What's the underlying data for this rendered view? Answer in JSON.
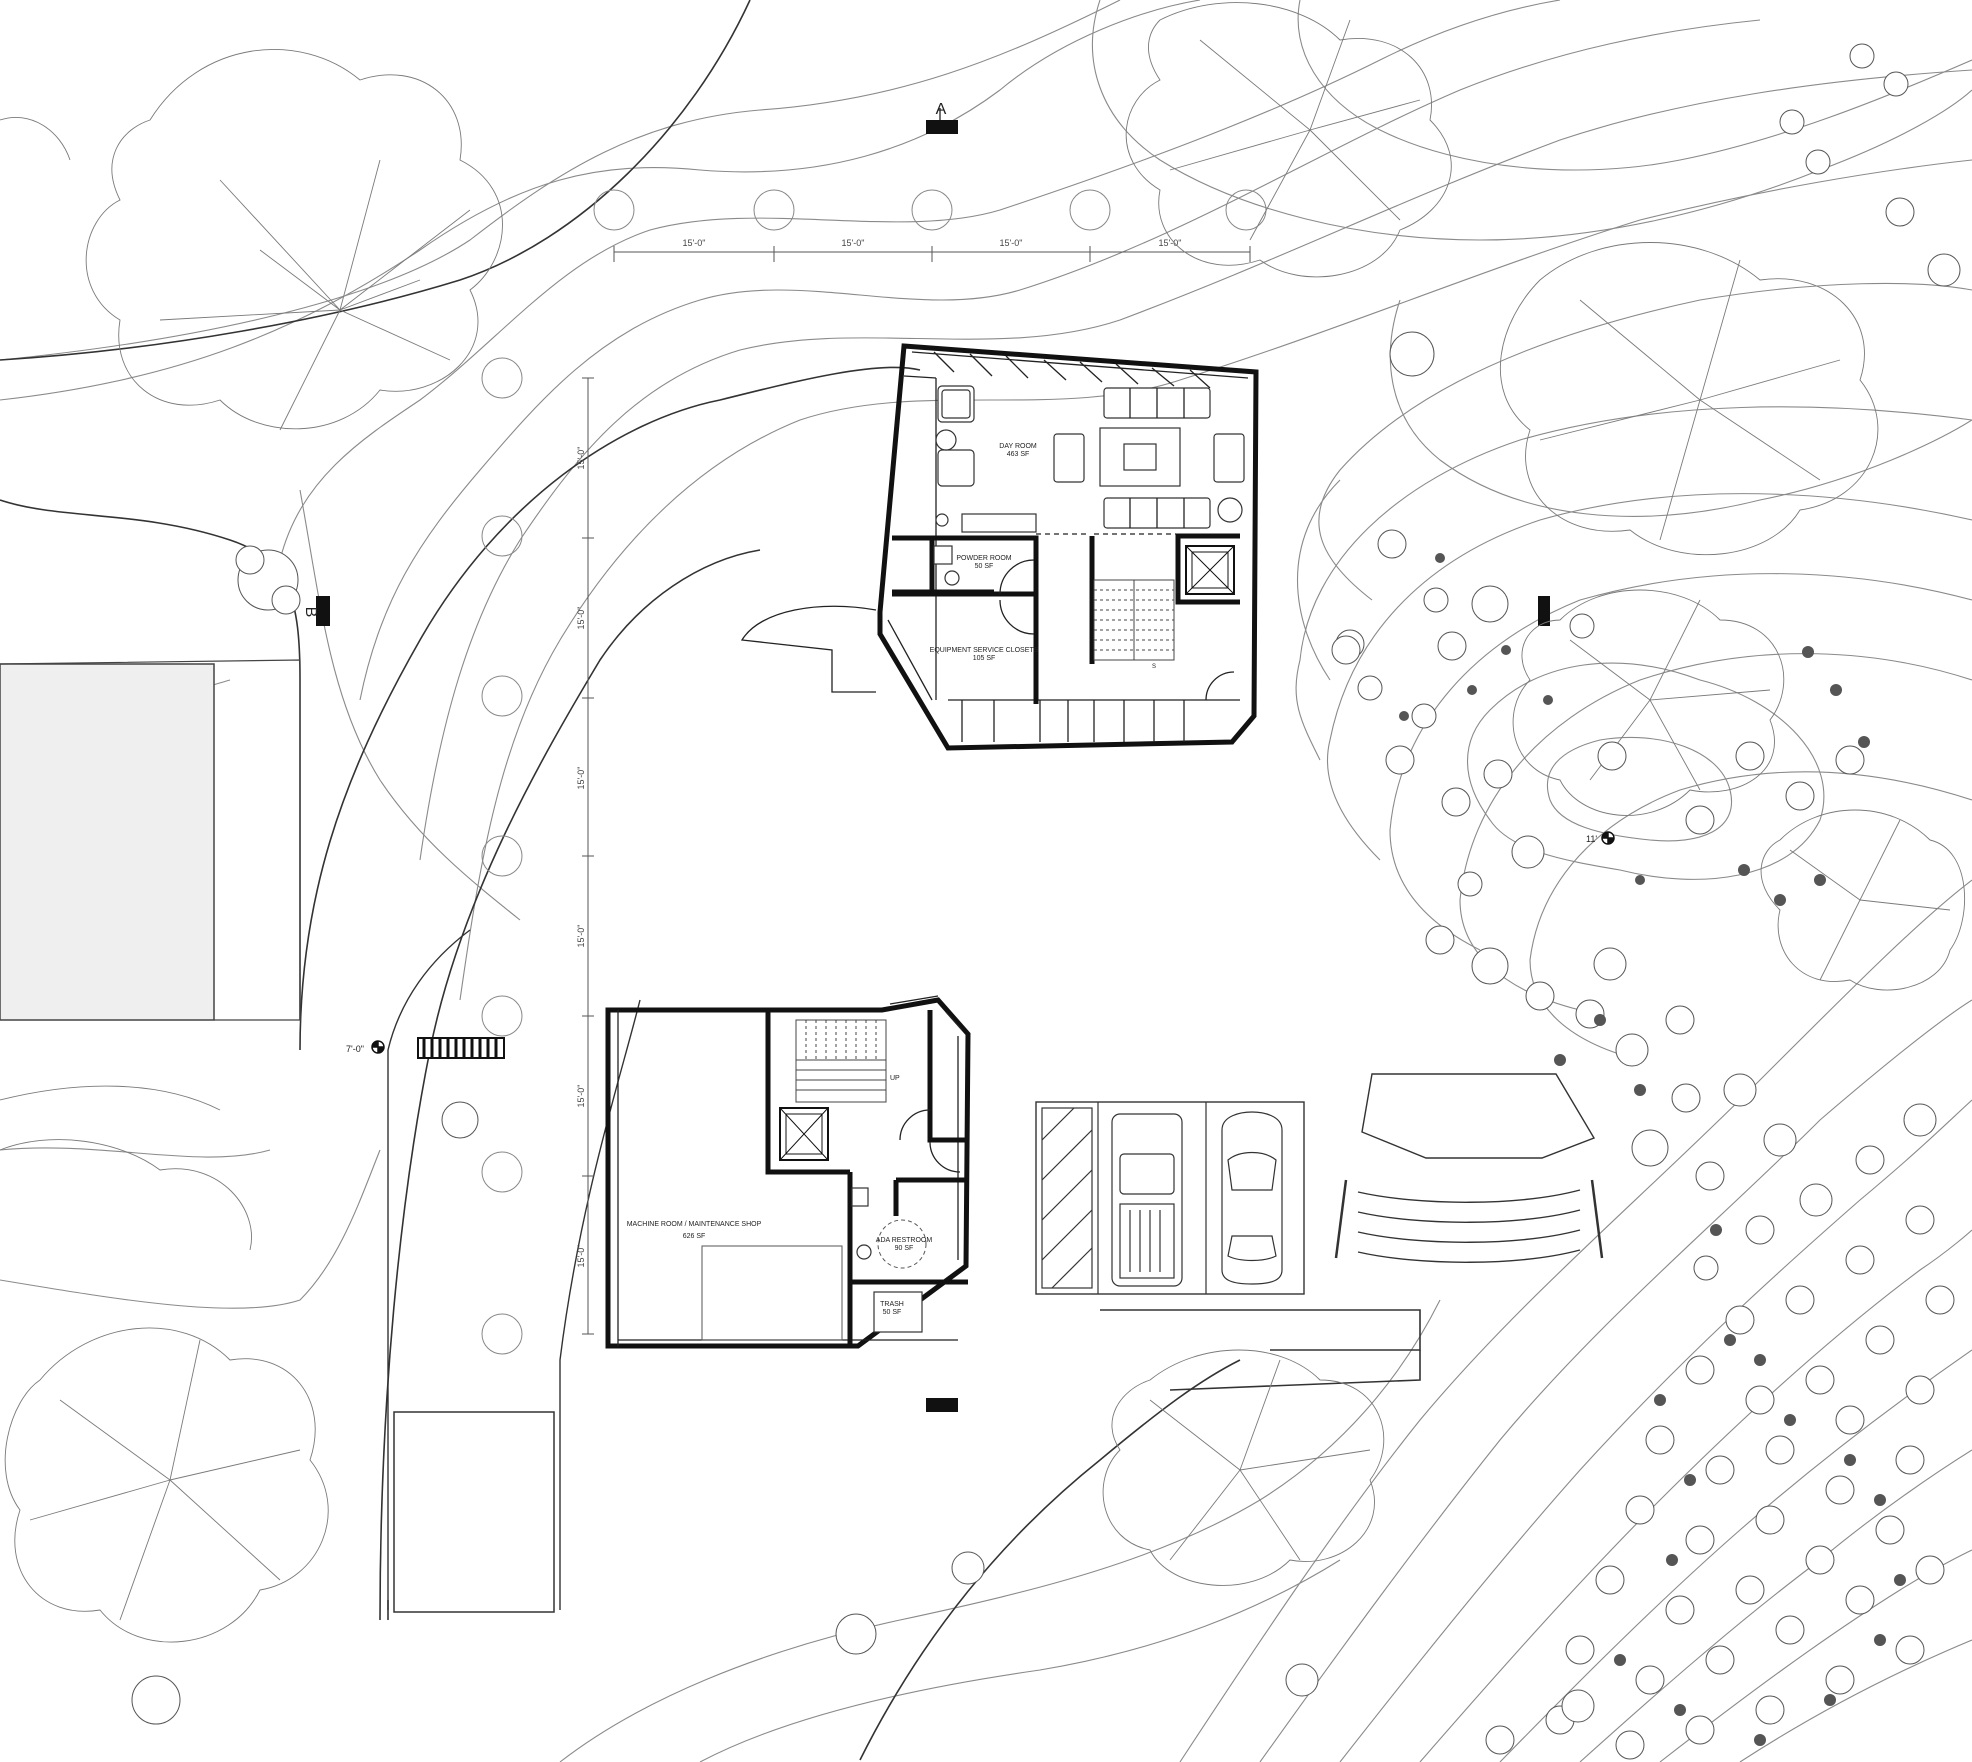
{
  "rooms": {
    "day_room": {
      "name": "DAY ROOM",
      "area": "463 SF"
    },
    "powder_room": {
      "name": "POWDER ROOM",
      "area": "50 SF"
    },
    "equipment": {
      "name": "EQUIPMENT SERVICE CLOSETS",
      "area": "105 SF"
    },
    "machine_room": {
      "name": "MACHINE ROOM / MAINTENANCE SHOP",
      "area": "626 SF"
    },
    "ada_restroom": {
      "name": "ADA RESTROOM",
      "area": "90 SF"
    },
    "trash": {
      "name": "TRASH",
      "area": "50 SF"
    }
  },
  "annotations": {
    "stair_up": "UP",
    "stair_down": "S"
  },
  "dimensions": {
    "horizontal": [
      "15'-0\"",
      "15'-0\"",
      "15'-0\"",
      "15'-0\""
    ],
    "vertical": [
      "15'-0\"",
      "15'-0\"",
      "15'-0\"",
      "15'-0\"",
      "15'-0\"",
      "15'-0\""
    ]
  },
  "section_markers": {
    "a": "A",
    "b": "B"
  },
  "elevations": {
    "west": "7'-0\"",
    "east": "11'"
  },
  "colors": {
    "linework": "#111111",
    "contours": "#8a8a8a",
    "paving": "#efefef"
  }
}
